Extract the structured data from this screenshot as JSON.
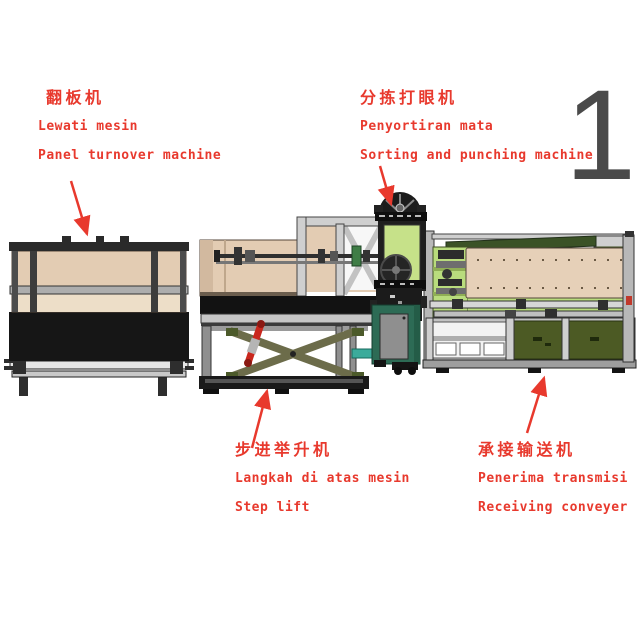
{
  "page_number": "1",
  "labels": {
    "panel_turnover": {
      "zh": "翻板机",
      "ms": "Lewati mesin",
      "en": "Panel turnover machine"
    },
    "sorting_punching": {
      "zh": "分拣打眼机",
      "ms": "Penyortiran mata",
      "en": "Sorting and punching machine"
    },
    "step_lift": {
      "zh": "步进举升机",
      "ms": "Langkah di atas mesin",
      "en": "Step lift"
    },
    "receiving_conveyor": {
      "zh": "承接输送机",
      "ms": "Penerima transmisi",
      "en": "Receiving conveyer"
    }
  },
  "colors": {
    "label_red": "#e8392d",
    "arrow_red": "#e8392d",
    "numeral_gray": "#4a4a4a",
    "panel_beige": "#e3ccb3",
    "tower_green": "#c6e189",
    "conveyor_green": "#b9dc7d",
    "cabinet_olive": "#4c5a24",
    "beam_dark_green": "#3b5226",
    "teal_bar": "#3bab9b",
    "scissor_olive": "#6c6c4a",
    "cylinder_red": "#c9271d"
  }
}
